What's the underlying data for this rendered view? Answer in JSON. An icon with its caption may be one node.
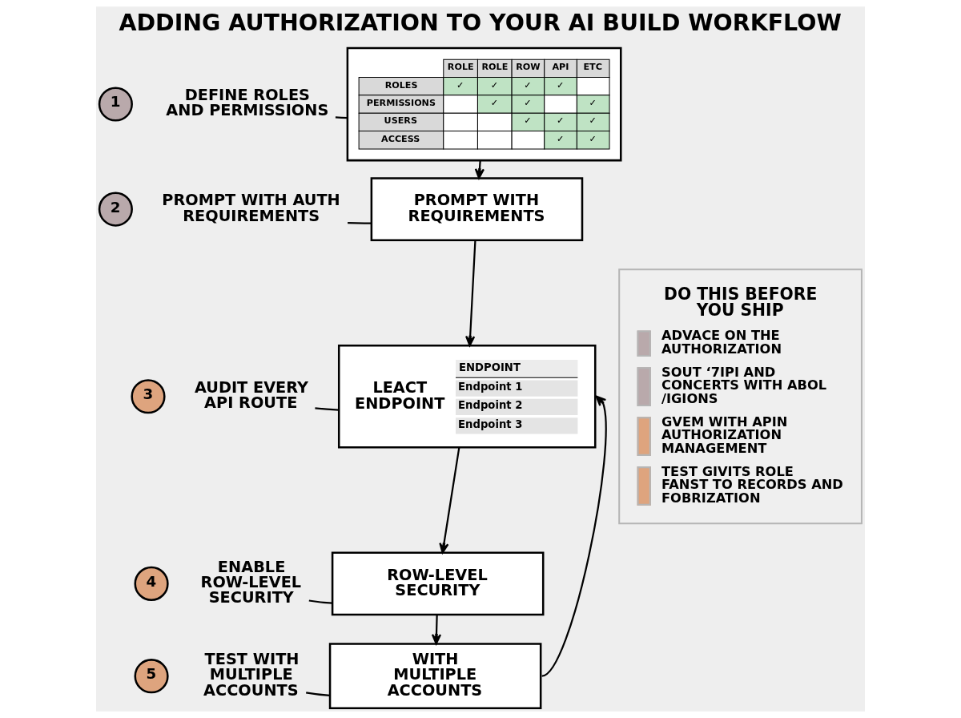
{
  "diagram": {
    "title": "ADDING AUTHORIZATION TO YOUR AI BUILD WORKFLOW",
    "nodes": [
      {
        "text": [
          "1"
        ]
      },
      {
        "text": [
          "DEFINE ROLES AND PERMISSIONS"
        ]
      },
      {
        "text": [],
        "shape": "box"
      },
      {
        "text": [
          "DO THIS BEFORE YOU SHIP",
          "ADVACE ON THE AUTHORIZATION",
          "SOUT ‘7IPI AND CONCERTS WITH ABOL /IGIONS",
          "GVEM WITH APIN AUTHORIZATION MANAGEMENT",
          "TEST GIVITS ROLE FANST TO RECORDS AND FOBRIZATION"
        ]
      },
      {
        "text": [
          "2"
        ]
      },
      {
        "text": [
          "PROMPT WITH AUTH REQUIREMENTS"
        ]
      },
      {
        "text": [
          "PROMPT WITH REQUIREMENTS"
        ]
      },
      {
        "text": [
          "3"
        ]
      },
      {
        "text": [
          "AUDIT EVERY API ROUTE"
        ]
      },
      {
        "text": [
          "LEACT ENDPOINT",
          "ENDPOINT",
          "Endpoint 1",
          "Endpoint 2",
          "Endpoint 3"
        ]
      },
      {
        "text": [
          "4"
        ]
      },
      {
        "text": [
          "ENABLE ROW-LEVEL SECURITY"
        ]
      },
      {
        "text": [
          "ROW-LEVEL SECURITY"
        ]
      },
      {
        "text": [
          "5"
        ]
      },
      {
        "text": [
          "TEST WITH MULTIPLE ACCOUNTS"
        ]
      },
      {
        "text": [
          "WITH MULTIPLE ACCOUNTS"
        ]
      }
    ],
    "edges": [
      {
        "from": 1,
        "to": 2,
        "arrow": "none"
      },
      {
        "from": 2,
        "to": 6,
        "arrow": "to"
      },
      {
        "from": 5,
        "to": 6,
        "arrow": "none"
      },
      {
        "from": 6,
        "to": 9,
        "arrow": "to"
      },
      {
        "from": 8,
        "to": 9,
        "arrow": "none"
      },
      {
        "from": 9,
        "to": 12,
        "arrow": "to"
      },
      {
        "from": 11,
        "to": 12,
        "arrow": "none"
      },
      {
        "from": 12,
        "to": 15,
        "arrow": "to"
      },
      {
        "from": 14,
        "to": 15,
        "arrow": "none"
      },
      {
        "from": 15,
        "to": 9,
        "arrow": "to"
      }
    ],
    "labels": [
      "ROLE",
      "ROLE",
      "ROW",
      "API",
      "ETC",
      "ROLES",
      "✓",
      "✓",
      "✓",
      "✓",
      "PERMISSIONS",
      "✓",
      "✓",
      "✓",
      "USERS",
      "✓",
      "✓",
      "✓",
      "ACCESS",
      "✓",
      "✓"
    ]
  }
}
